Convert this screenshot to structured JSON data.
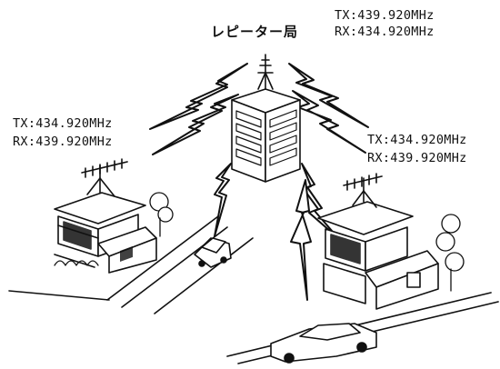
{
  "repeater": {
    "title": "レピーター局",
    "tx": "TX:439.920MHz",
    "rx": "RX:434.920MHz"
  },
  "station_left": {
    "tx": "TX:434.920MHz",
    "rx": "RX:439.920MHz"
  },
  "station_right": {
    "tx": "TX:434.920MHz",
    "rx": "RX:439.920MHz"
  }
}
